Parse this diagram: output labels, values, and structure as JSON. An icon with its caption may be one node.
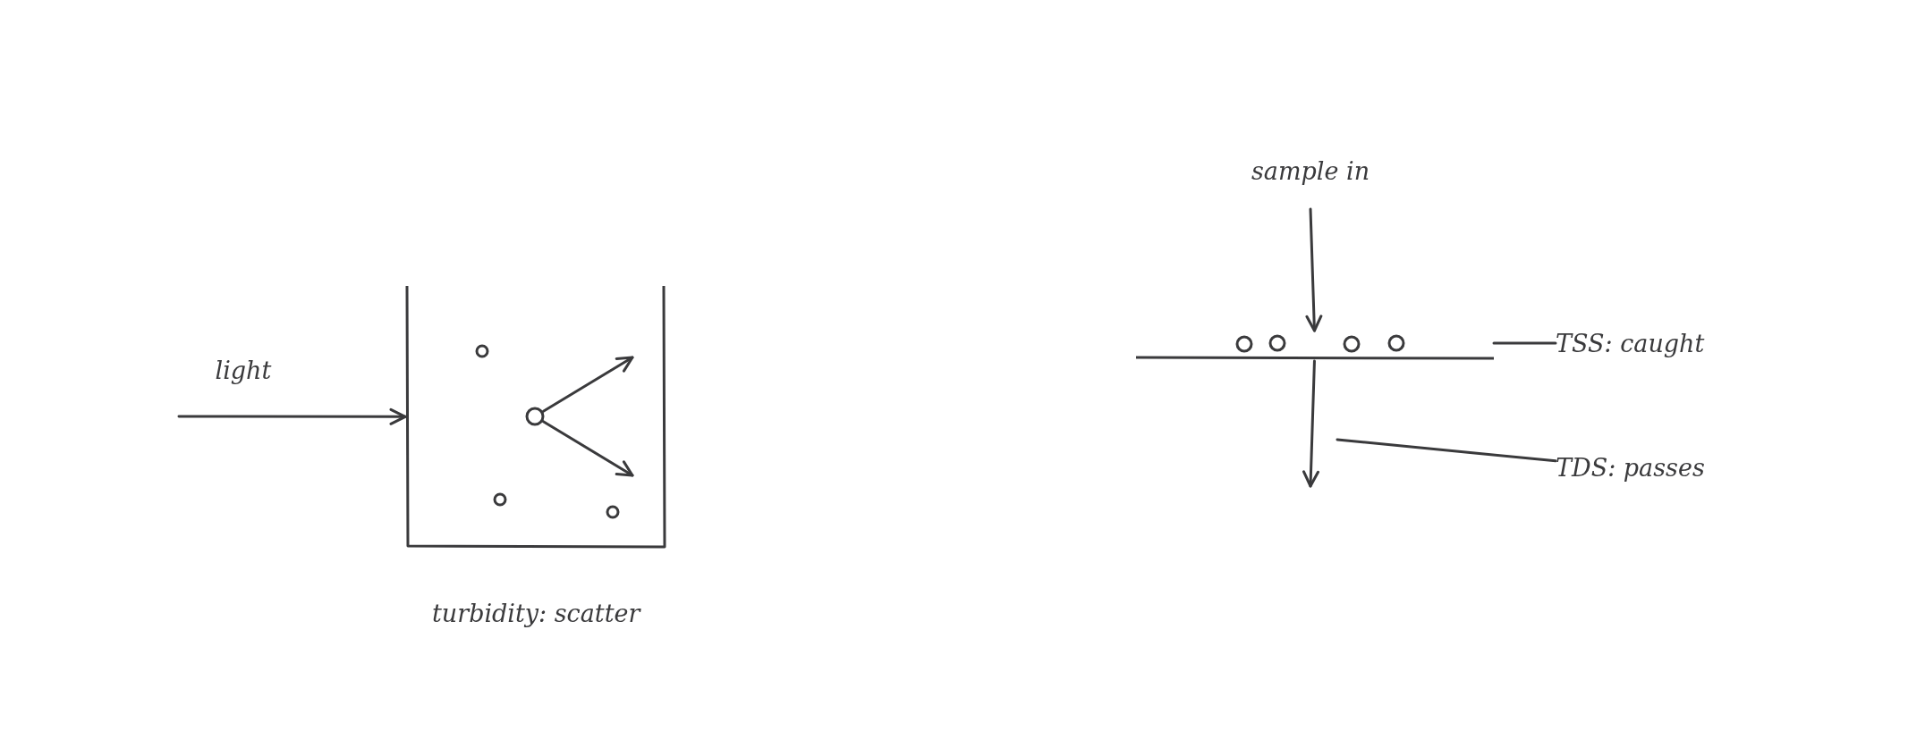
{
  "diagram": {
    "nodes": [
      {
        "text": [],
        "shape": "picture",
        "beside": [
          "turbidity: scatter"
        ]
      },
      {
        "text": [],
        "shape": "circle",
        "in": 0
      },
      {
        "text": [],
        "shape": "bar"
      },
      {
        "text": [
          "TSS: caught"
        ]
      },
      {
        "text": [
          "TDS: passes"
        ]
      }
    ],
    "edges": [
      {
        "from": null,
        "to": 0,
        "arrow": "to",
        "label": "light"
      },
      {
        "from": 1,
        "to": null,
        "arrow": "to"
      },
      {
        "from": 1,
        "to": null,
        "arrow": "to"
      },
      {
        "from": null,
        "to": 2,
        "arrow": "to",
        "label": "sample in"
      },
      {
        "from": 2,
        "to": null,
        "arrow": "to"
      },
      {
        "from": 3,
        "to": 2,
        "arrow": "none"
      },
      {
        "from": 4,
        "to": null,
        "arrow": "none"
      }
    ]
  }
}
